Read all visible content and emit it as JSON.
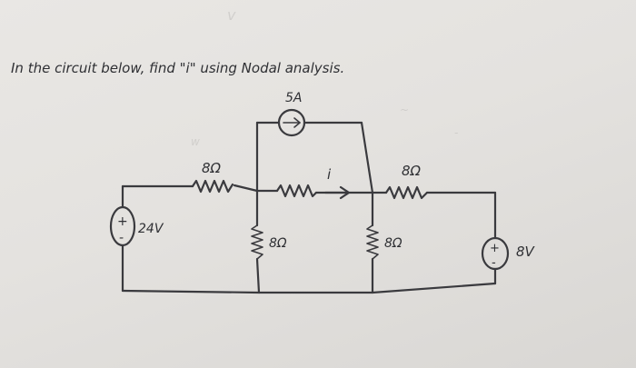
{
  "problem": {
    "statement": "In the circuit below, find \"i\" using Nodal analysis."
  },
  "components": {
    "current_source": {
      "label": "5A"
    },
    "voltage_source_left": {
      "label": "24V",
      "polarity_top": "+",
      "polarity_bottom": "-"
    },
    "voltage_source_right": {
      "label": "8V",
      "polarity_top": "+",
      "polarity_bottom": "-"
    },
    "resistor_top_left": {
      "label": "8Ω"
    },
    "resistor_top_right": {
      "label": "8Ω"
    },
    "resistor_middle": {
      "label": "8Ω"
    },
    "resistor_right_vertical": {
      "label": "8Ω"
    },
    "current_marker": {
      "label": "i"
    }
  }
}
